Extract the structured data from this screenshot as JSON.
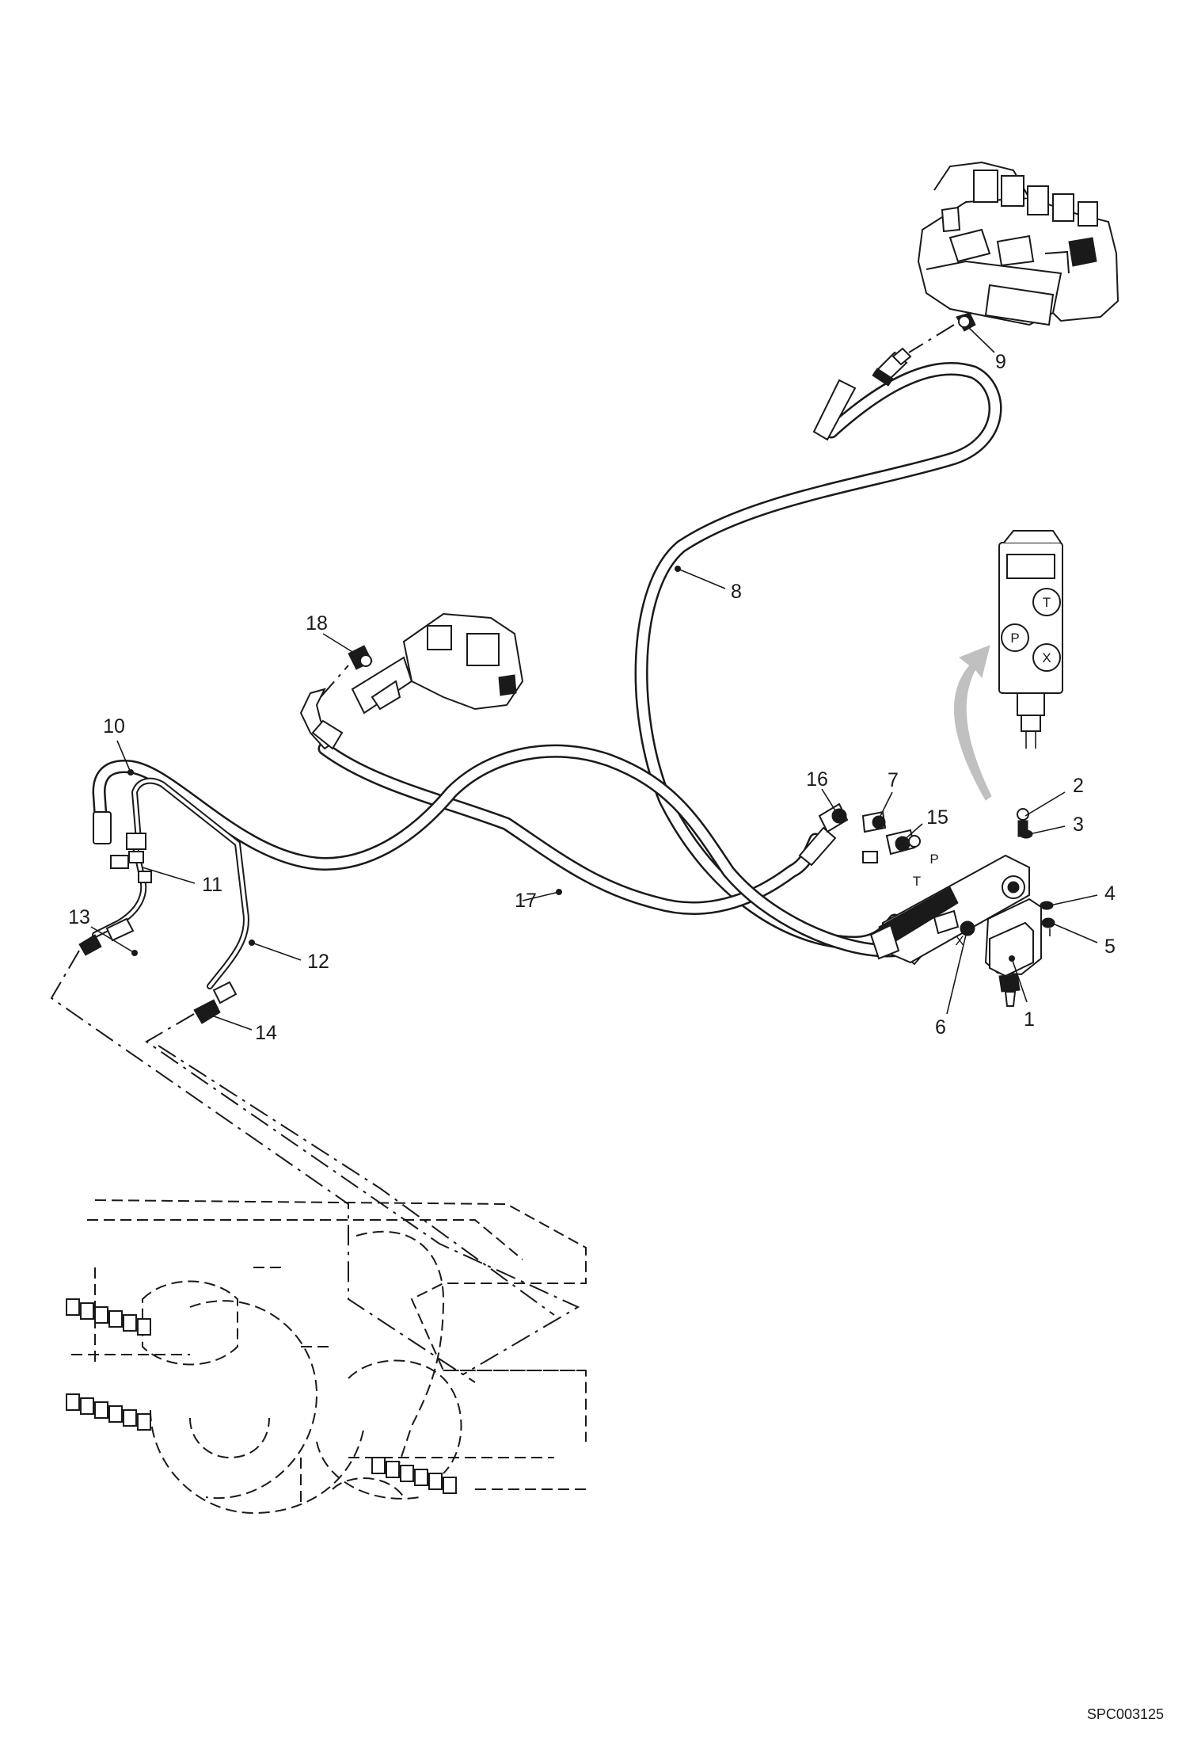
{
  "drawing": {
    "reference_code": "SPC003125",
    "callouts": [
      "1",
      "2",
      "3",
      "4",
      "5",
      "6",
      "7",
      "8",
      "9",
      "10",
      "11",
      "12",
      "13",
      "14",
      "15",
      "16",
      "17",
      "18"
    ],
    "port_labels": [
      "P",
      "T",
      "X"
    ],
    "inset_port_labels": [
      "P",
      "T",
      "X"
    ]
  }
}
